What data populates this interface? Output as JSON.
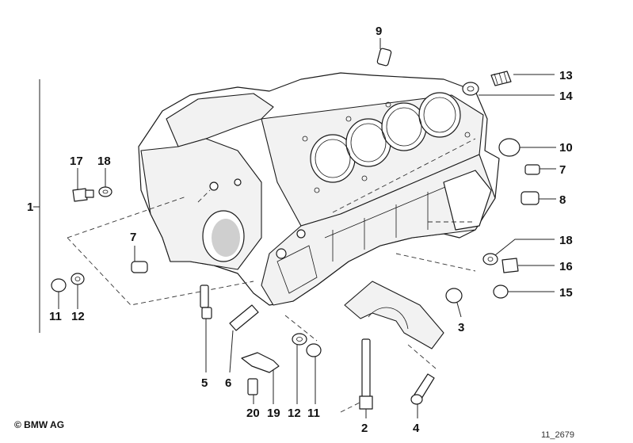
{
  "callouts": {
    "c1": "1",
    "c2": "2",
    "c3": "3",
    "c4": "4",
    "c5": "5",
    "c6": "6",
    "c7a": "7",
    "c7b": "7",
    "c8": "8",
    "c9": "9",
    "c10": "10",
    "c11a": "11",
    "c11b": "11",
    "c12a": "12",
    "c12b": "12",
    "c13": "13",
    "c14": "14",
    "c15": "15",
    "c16": "16",
    "c17": "17",
    "c18a": "18",
    "c18b": "18",
    "c19": "19",
    "c20": "20"
  },
  "footer": {
    "copyright": "© BMW AG",
    "diagram_ref": "11_2679"
  },
  "colors": {
    "ink": "#1a1a1a",
    "background": "#ffffff"
  }
}
